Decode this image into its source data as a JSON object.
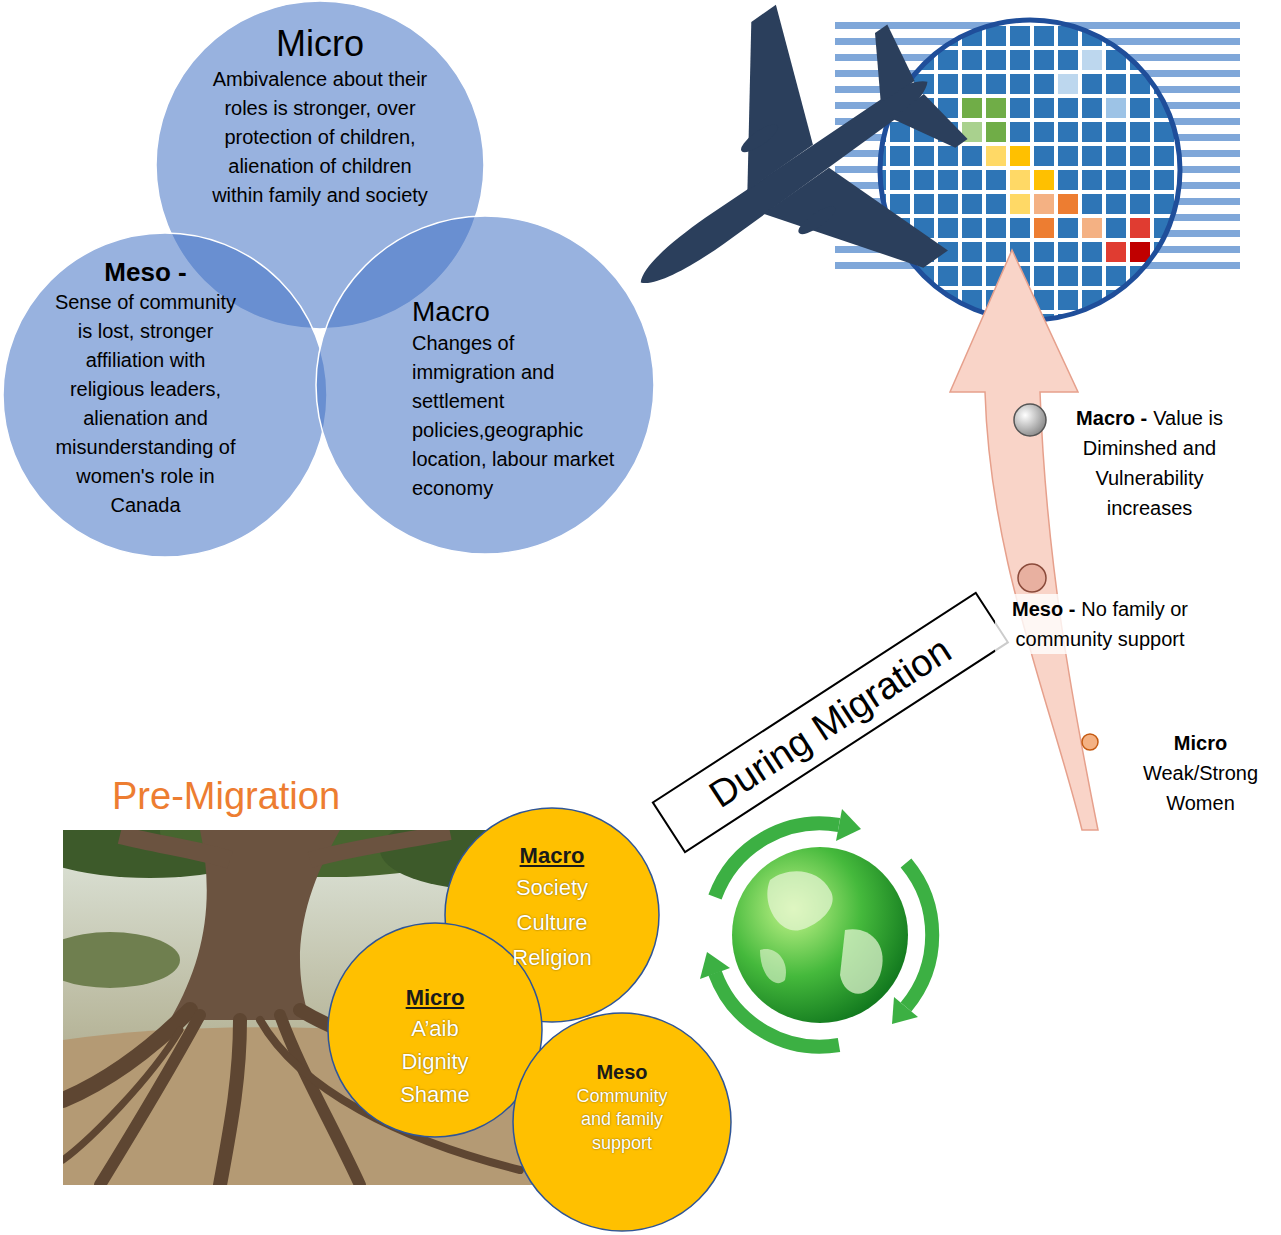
{
  "diagram": {
    "nodes": [
      {
        "text": [
          "Micro",
          "Ambivalence about their roles is stronger, over protection of children, alienation of children within family and society"
        ]
      },
      {
        "text": [
          "Meso -",
          "Sense of community is lost, stronger affiliation with religious leaders, alienation and misunderstanding of women's role in Canada"
        ]
      },
      {
        "text": [
          "Macro",
          "Changes of immigration and settlement policies,geographic location, labour market economy"
        ]
      },
      {
        "text": [
          "During Migration"
        ]
      },
      {
        "text": [
          "Macro",
          "Society Culture Religion"
        ]
      },
      {
        "text": [
          "Micro",
          "A’aib Dignity Shame"
        ]
      },
      {
        "text": [
          "Meso",
          "Community and family support"
        ]
      }
    ],
    "labels": [
      "Pre-Migration",
      "Macro -",
      "Value is Diminshed and Vulnerability increases",
      "Meso -",
      "No family or community support",
      "Micro",
      "Weak/Strong Women"
    ]
  }
}
